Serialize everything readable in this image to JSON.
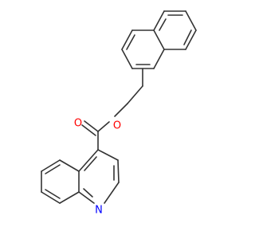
{
  "molecule": {
    "colors": {
      "bond": "#333333",
      "oxygen": "#ff0000",
      "nitrogen": "#0000ff",
      "background": "#ffffff"
    },
    "atoms": {
      "carbonyl_oxygen": "O",
      "ester_oxygen": "O",
      "ring_nitrogen": "N"
    }
  }
}
